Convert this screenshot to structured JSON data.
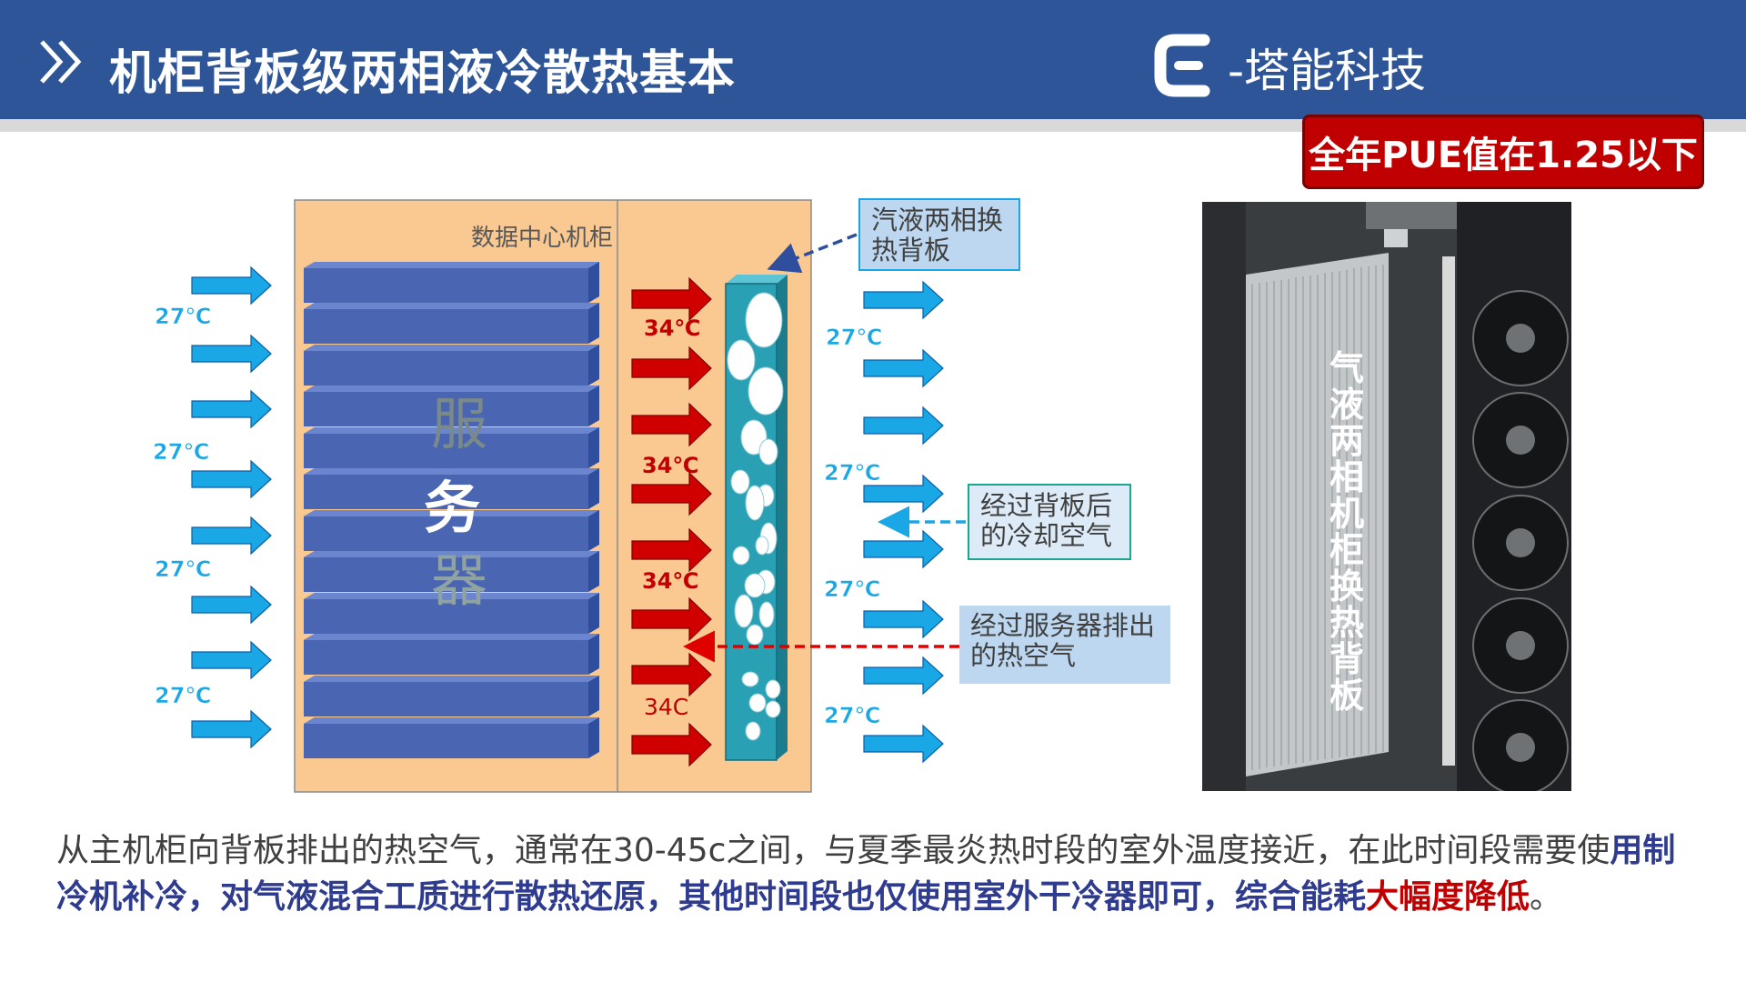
{
  "header": {
    "title": "机柜背板级两相液冷散热基本",
    "logo_text": "-塔能科技"
  },
  "badge": {
    "pue_text": "全年PUE值在1.25以下"
  },
  "diagram": {
    "cabinet_label": "数据中心机柜",
    "server_chars": [
      "服",
      "务",
      "器"
    ],
    "inlet_temps": [
      "27℃",
      "27℃",
      "27℃",
      "27℃"
    ],
    "hot_temps": [
      "34℃",
      "34℃",
      "34℃",
      "34C"
    ],
    "outlet_temps": [
      "27℃",
      "27℃",
      "27℃",
      "27℃"
    ],
    "callouts": {
      "backplate": "汽液两相换热背板",
      "cooled_air": "经过背板后的冷却空气",
      "hot_air": "经过服务器排出的热空气"
    },
    "colors": {
      "cabinet": "#fac891",
      "blade": "#4a66b2",
      "cold_arrow": "#1aa7e6",
      "hot_arrow": "#d10000",
      "backplate": "#2aa0b4"
    }
  },
  "photo": {
    "vertical_label": "气液两相机柜换热背板"
  },
  "description": {
    "part1": "从主机柜向背板排出的热空气，通常在30-45c之间，与夏季最炎热时段的室外温度接近，在此时间段需要使",
    "part2": "用制冷机补冷，对气液混合工质进行散热还原，其他时间段也仅使用室外干冷器即可，综合能耗",
    "part3": "大幅度降低",
    "part4": "。"
  }
}
